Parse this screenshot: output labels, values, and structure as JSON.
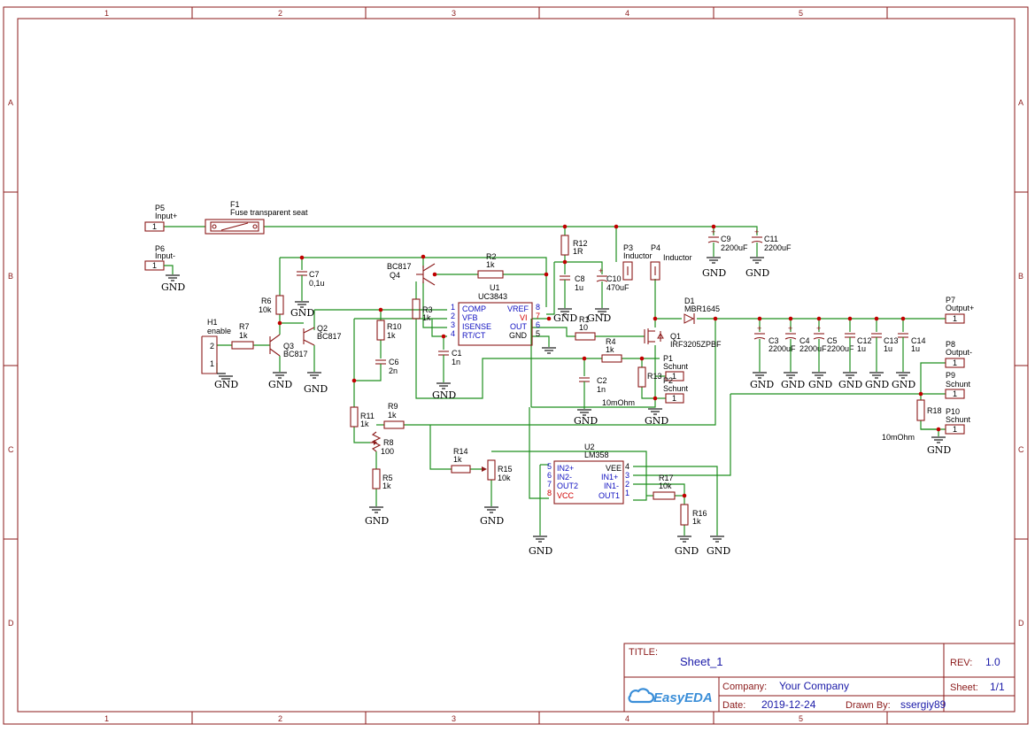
{
  "zones": {
    "cols": [
      "1",
      "2",
      "3",
      "4",
      "5"
    ],
    "rows": [
      "A",
      "B",
      "C",
      "D"
    ]
  },
  "title_block": {
    "title_label": "TITLE:",
    "title": "Sheet_1",
    "rev_label": "REV:",
    "rev": "1.0",
    "company_label": "Company:",
    "company": "Your Company",
    "sheet_label": "Sheet:",
    "sheet": "1/1",
    "date_label": "Date:",
    "date": "2019-12-24",
    "drawn_label": "Drawn By:",
    "drawn_by": "ssergiy89",
    "logo": "EasyEDA"
  },
  "gnd_label": "GND",
  "components": {
    "P5": {
      "ref": "P5",
      "value": "Input+",
      "pin": "1"
    },
    "P6": {
      "ref": "P6",
      "value": "Input-",
      "pin": "1"
    },
    "F1": {
      "ref": "F1",
      "value": "Fuse transparent seat"
    },
    "P7": {
      "ref": "P7",
      "value": "Output+",
      "pin": "1"
    },
    "P8": {
      "ref": "P8",
      "value": "Output-",
      "pin": "1"
    },
    "P9": {
      "ref": "P9",
      "value": "Schunt",
      "pin": "1"
    },
    "P10": {
      "ref": "P10",
      "value": "Schunt",
      "pin": "1"
    },
    "P1": {
      "ref": "P1",
      "value": "Schunt",
      "pin": "1"
    },
    "P2": {
      "ref": "P2",
      "value": "Schunt",
      "pin": "1"
    },
    "P3": {
      "ref": "P3",
      "value": "Inductor"
    },
    "P4": {
      "ref": "P4",
      "value": "Inductor"
    },
    "H1": {
      "ref": "H1",
      "value": "enable",
      "pin1": "1",
      "pin2": "2"
    },
    "R1": {
      "ref": "R1",
      "value": "10"
    },
    "R2": {
      "ref": "R2",
      "value": "1k"
    },
    "R3": {
      "ref": "R3",
      "value": "1k"
    },
    "R4": {
      "ref": "R4",
      "value": "1k"
    },
    "R5": {
      "ref": "R5",
      "value": "1k"
    },
    "R6": {
      "ref": "R6",
      "value": "10k"
    },
    "R7": {
      "ref": "R7",
      "value": "1k"
    },
    "R8": {
      "ref": "R8",
      "value": "100"
    },
    "R9": {
      "ref": "R9",
      "value": "1k"
    },
    "R10": {
      "ref": "R10",
      "value": "1k"
    },
    "R11": {
      "ref": "R11",
      "value": "1k"
    },
    "R12": {
      "ref": "R12",
      "value": "1R"
    },
    "R13": {
      "ref": "R13",
      "value": "10mOhm"
    },
    "R14": {
      "ref": "R14",
      "value": "1k"
    },
    "R15": {
      "ref": "R15",
      "value": "10k"
    },
    "R16": {
      "ref": "R16",
      "value": "1k"
    },
    "R17": {
      "ref": "R17",
      "value": "10k"
    },
    "R18": {
      "ref": "R18",
      "value": "10mOhm"
    },
    "C1": {
      "ref": "C1",
      "value": "1n"
    },
    "C2": {
      "ref": "C2",
      "value": "1n"
    },
    "C3": {
      "ref": "C3",
      "value": "2200uF"
    },
    "C4": {
      "ref": "C4",
      "value": "2200uF"
    },
    "C5": {
      "ref": "C5",
      "value": "2200uF"
    },
    "C6": {
      "ref": "C6",
      "value": "2n"
    },
    "C7": {
      "ref": "C7",
      "value": "0,1u"
    },
    "C8": {
      "ref": "C8",
      "value": "1u"
    },
    "C9": {
      "ref": "C9",
      "value": "2200uF"
    },
    "C10": {
      "ref": "C10",
      "value": "470uF"
    },
    "C11": {
      "ref": "C11",
      "value": "2200uF"
    },
    "C12": {
      "ref": "C12",
      "value": "1u"
    },
    "C13": {
      "ref": "C13",
      "value": "1u"
    },
    "C14": {
      "ref": "C14",
      "value": "1u"
    },
    "D1": {
      "ref": "D1",
      "value": "MBR1645"
    },
    "Q1": {
      "ref": "Q1",
      "value": "IRF3205ZPBF"
    },
    "Q2": {
      "ref": "Q2",
      "value": "BC817"
    },
    "Q3": {
      "ref": "Q3",
      "value": "BC817"
    },
    "Q4": {
      "ref": "Q4",
      "value": "BC817"
    }
  },
  "u1": {
    "ref": "U1",
    "value": "UC3843",
    "left_pins": [
      {
        "num": "1",
        "name": "COMP"
      },
      {
        "num": "2",
        "name": "VFB"
      },
      {
        "num": "3",
        "name": "ISENSE"
      },
      {
        "num": "4",
        "name": "RT/CT"
      }
    ],
    "right_pins": [
      {
        "num": "8",
        "name": "VREF"
      },
      {
        "num": "7",
        "name": "VI"
      },
      {
        "num": "6",
        "name": "OUT"
      },
      {
        "num": "5",
        "name": "GND"
      }
    ]
  },
  "u2": {
    "ref": "U2",
    "value": "LM358",
    "left_pins": [
      {
        "num": "5",
        "name": "IN2+"
      },
      {
        "num": "6",
        "name": "IN2-"
      },
      {
        "num": "7",
        "name": "OUT2"
      },
      {
        "num": "8",
        "name": "VCC"
      }
    ],
    "right_pins": [
      {
        "num": "4",
        "name": "VEE"
      },
      {
        "num": "3",
        "name": "IN1+"
      },
      {
        "num": "2",
        "name": "IN1-"
      },
      {
        "num": "1",
        "name": "OUT1"
      }
    ]
  }
}
